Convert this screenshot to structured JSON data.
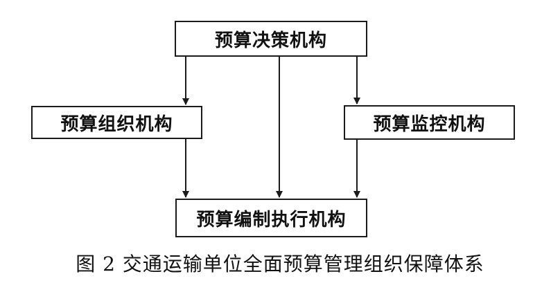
{
  "diagram": {
    "nodes": {
      "decision": "预算决策机构",
      "organization": "预算组织机构",
      "supervision": "预算监控机构",
      "execution": "预算编制执行机构"
    },
    "edges": [
      [
        "decision",
        "organization"
      ],
      [
        "decision",
        "execution"
      ],
      [
        "decision",
        "supervision"
      ],
      [
        "organization",
        "execution"
      ],
      [
        "supervision",
        "execution"
      ]
    ],
    "line_color": "#1a1a1a"
  },
  "caption": "图 2 交通运输单位全面预算管理组织保障体系"
}
